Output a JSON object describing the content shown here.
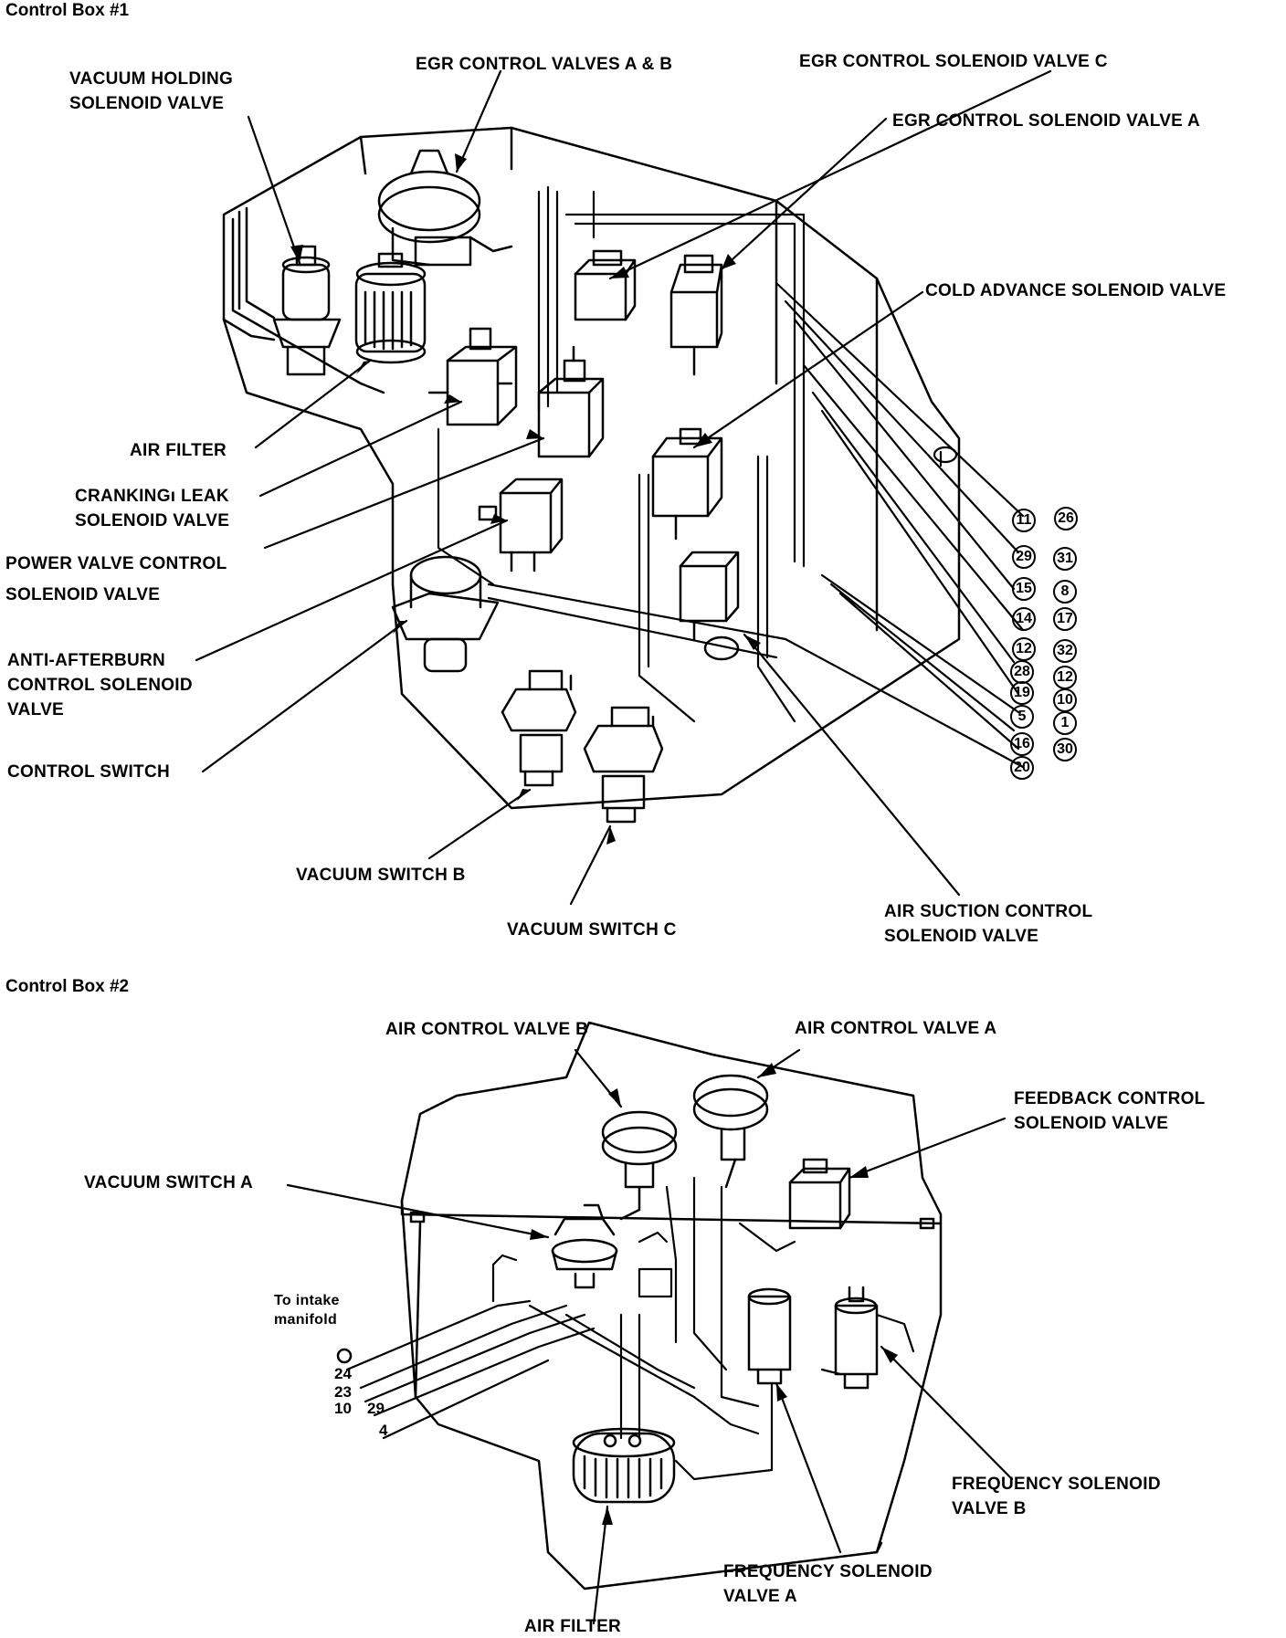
{
  "box1": {
    "title": "Control Box #1",
    "labels": {
      "vacuum_holding": [
        "VACUUM HOLDING",
        "SOLENOID VALVE"
      ],
      "egr_ab": "EGR  CONTROL VALVES  A & B",
      "egr_c": "EGR CONTROL SOLENOID VALVE C",
      "egr_a": "EGR  CONTROL   SOLENOID VALVE A",
      "cold_advance": "COLD ADVANCE SOLENOID VALVE",
      "air_filter": "AIR FILTER",
      "cranking_leak": [
        "CRANKINGı LEAK",
        "SOLENOID VALVE"
      ],
      "power_valve": [
        "POWER VALVE CONTROL",
        "SOLENOID VALVE"
      ],
      "anti_afterburn": [
        "ANTI-AFTERBURN",
        "CONTROL SOLENOID",
        "VALVE"
      ],
      "control_switch": "CONTROL SWITCH",
      "vacuum_switch_b": "VACUUM SWITCH  B",
      "vacuum_switch_c": "VACUUM SWITCH   C",
      "air_suction": [
        "AIR SUCTION  CONTROL",
        "SOLENOID VALVE"
      ]
    },
    "ports": [
      "11",
      "26",
      "29",
      "31",
      "15",
      "8",
      "14",
      "17",
      "12",
      "32",
      "28",
      "12",
      "19",
      "10",
      "5",
      "1",
      "16",
      "30",
      "20"
    ]
  },
  "box2": {
    "title": "Control Box #2",
    "labels": {
      "air_control_b": "AIR CONTROL VALVE  B",
      "air_control_a": "AIR CONTROL VALVE  A",
      "feedback": [
        "FEEDBACK CONTROL",
        "SOLENOID VALVE"
      ],
      "vacuum_switch_a": "VACUUM SWITCH  A",
      "intake": [
        "To intake",
        "manifold"
      ],
      "freq_b": [
        "FREQUENCY SOLENOID",
        "VALVE B"
      ],
      "freq_a": [
        "FREQUENCY SOLENOID",
        "VALVE  A"
      ],
      "air_filter": "AIR FILTER"
    },
    "ports": [
      "24",
      "23",
      "10",
      "29",
      "4"
    ]
  }
}
